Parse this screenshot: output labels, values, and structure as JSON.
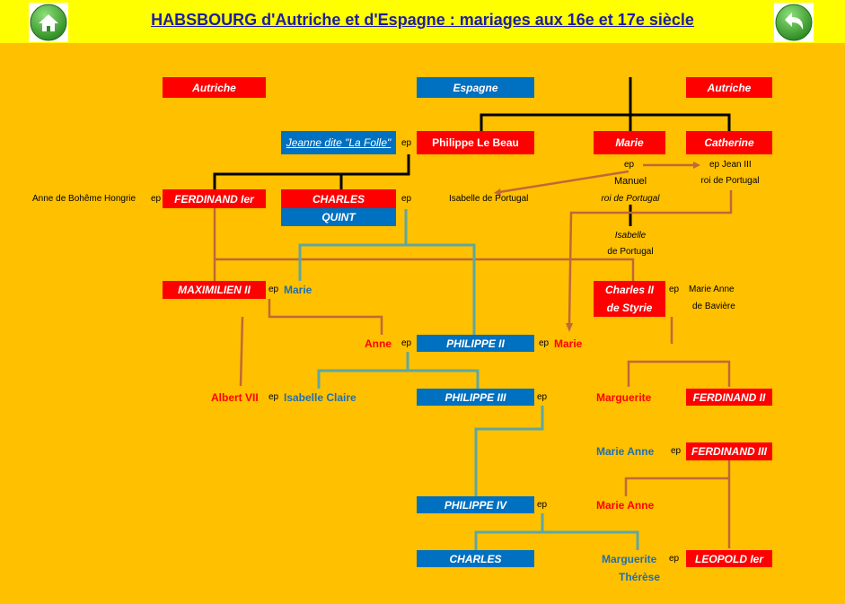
{
  "title": "HABSBOURG d'Autriche et d'Espagne : mariages  aux 16e et 17e siècle",
  "icons": {
    "home": "home-icon",
    "back": "back-arrow-icon"
  },
  "colors": {
    "background": "#FFC000",
    "topbar": "#FFFF00",
    "red_box": "#FF0000",
    "blue_box": "#0070C0",
    "title": "#1F1F9F"
  },
  "headers": {
    "autriche_left": "Autriche",
    "espagne": "Espagne",
    "autriche_right": "Autriche"
  },
  "boxes": {
    "jeanne": "Jeanne dite \"La Folle\"",
    "philippe_le_beau": "Philippe Le Beau",
    "marie_top": "Marie",
    "catherine": "Catherine",
    "ferdinand_1": "FERDINAND Ier",
    "charles_1": "CHARLES",
    "quint": "QUINT",
    "maximilien_2": "MAXIMILIEN II",
    "charles_2_a": "Charles II",
    "charles_2_b": "de Styrie",
    "philippe_2": "PHILIPPE II",
    "philippe_3": "PHILIPPE III",
    "ferdinand_2": "FERDINAND II",
    "ferdinand_3": "FERDINAND III",
    "philippe_4": "PHILIPPE IV",
    "charles_bottom": "CHARLES",
    "leopold_1": "LEOPOLD Ier"
  },
  "text": {
    "ep": "ep",
    "ep_jean_3": "ep Jean III",
    "anne_boheme": "Anne de Bohême Hongrie",
    "isabelle_portugal_1": "Isabelle de Portugal",
    "manuel": "Manuel",
    "roi_portugal_1": "roi de Portugal",
    "roi_portugal_2": "roi de Portugal",
    "isabelle_a": "Isabelle",
    "isabelle_b": "de Portugal",
    "marie_anne_baviere_a": "Marie Anne",
    "marie_anne_baviere_b": "de Bavière"
  },
  "names": {
    "marie_max": "Marie",
    "anne": "Anne",
    "marie_ph2": "Marie",
    "albert_7": "Albert VII",
    "isabelle_claire": "Isabelle Claire",
    "marguerite": "Marguerite",
    "marie_anne_blue": "Marie Anne",
    "marie_anne_red": "Marie Anne",
    "marguerite_therese_a": "Marguerite",
    "marguerite_therese_b": "Thérèse"
  }
}
